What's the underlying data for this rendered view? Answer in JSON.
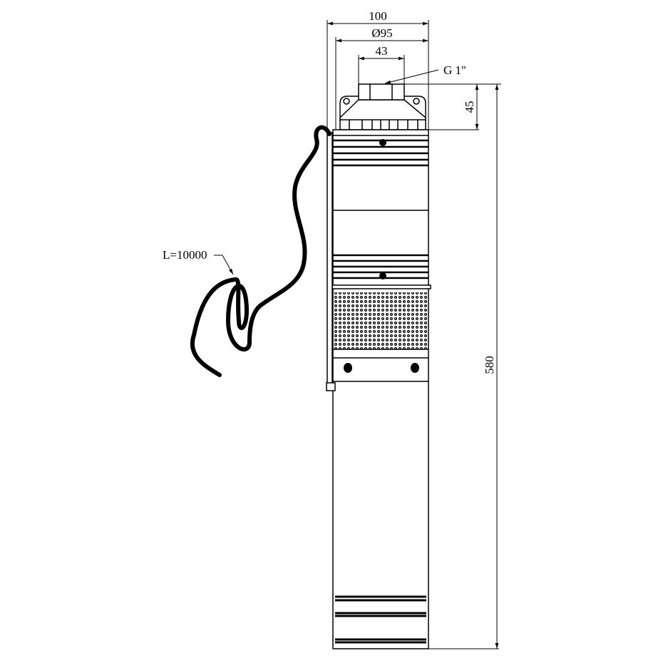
{
  "drawing": {
    "dimensions": {
      "overall_width": "100",
      "diameter": "Ø95",
      "outlet_width": "43",
      "thread": "G 1\"",
      "outlet_height": "45",
      "total_length": "580",
      "cable_length": "L=10000"
    }
  }
}
